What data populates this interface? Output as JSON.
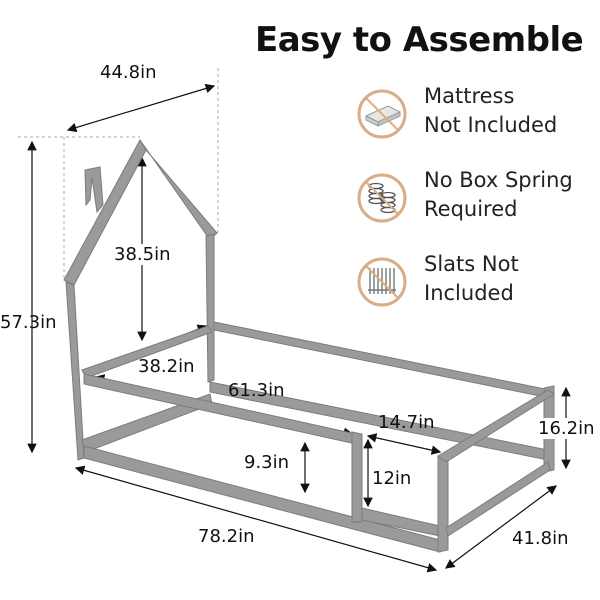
{
  "header": {
    "title": "Easy to Assemble"
  },
  "features": [
    {
      "icon": "mattress-crossed-icon",
      "line1": "Mattress",
      "line2": "Not Included"
    },
    {
      "icon": "box-spring-crossed-icon",
      "line1": "No Box Spring",
      "line2": "Required"
    },
    {
      "icon": "slats-crossed-icon",
      "line1": "Slats Not",
      "line2": "Included"
    }
  ],
  "dimensions": {
    "headboard_width": "44.8in",
    "total_height": "57.3in",
    "roof_height": "38.5in",
    "inner_width": "38.2in",
    "inner_length": "61.3in",
    "opening_length": "14.7in",
    "rail_height_gap": "9.3in",
    "rail_height": "12in",
    "side_height": "16.2in",
    "total_length": "78.2in",
    "total_width": "41.8in"
  },
  "colors": {
    "icon_ring": "#d9ad86",
    "frame": "#9a9a9a",
    "frame_dark": "#7c7c7c",
    "text": "#111111"
  }
}
